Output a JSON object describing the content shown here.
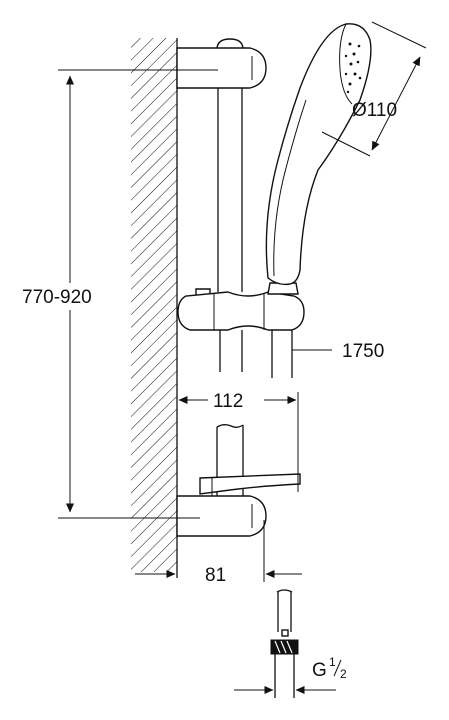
{
  "dimensions": {
    "height_range": "770-920",
    "head_diameter": "Ø110",
    "hose_length": "1750",
    "wall_to_head_holder": "112",
    "wall_to_rail": "81",
    "connector_thread": "G",
    "thread_num": "1",
    "thread_den": "2"
  },
  "colors": {
    "line": "#111111",
    "background": "#ffffff"
  }
}
